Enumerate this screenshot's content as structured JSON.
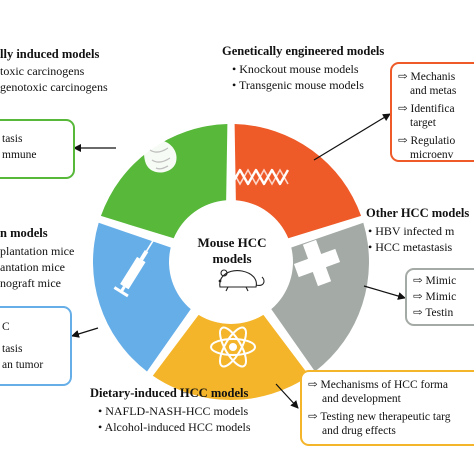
{
  "center": {
    "line1": "Mouse HCC",
    "line2": "models"
  },
  "colors": {
    "green": "#57b83a",
    "orange": "#ee5a28",
    "gray": "#a4aaa5",
    "yellow": "#f4b52a",
    "blue": "#66aee8",
    "center": "#ffffff"
  },
  "icons": {
    "green": "liver-icon",
    "orange": "dna-icon",
    "gray": "cross-icon",
    "yellow": "atom-icon",
    "blue": "syringe-icon",
    "center": "mouse-icon"
  },
  "chemical": {
    "title": "lly induced models",
    "items": [
      "toxic carcinogens",
      "genotoxic carcinogens"
    ],
    "box": [
      "tasis",
      "mmune"
    ]
  },
  "genetic": {
    "title": "Genetically engineered models",
    "items": [
      "•  Knockout mouse models",
      "•  Transgenic mouse models"
    ],
    "box": [
      "Mechanis",
      "and metas",
      "Identifica",
      "target",
      "Regulatio",
      "microenv"
    ]
  },
  "other": {
    "title": "Other HCC models",
    "items": [
      "•  HBV infected m",
      "•  HCC metastasis"
    ],
    "box": [
      "Mimic",
      "Mimic",
      "Testin"
    ]
  },
  "transplant": {
    "title": "n models",
    "items": [
      "plantation mice",
      "antation mice",
      "nograft mice"
    ],
    "box": [
      "C",
      "tasis",
      "an tumor"
    ]
  },
  "dietary": {
    "title": "Dietary-induced HCC models",
    "items": [
      "•  NAFLD-NASH-HCC models",
      "•  Alcohol-induced HCC models"
    ],
    "box": [
      "Mechanisms of HCC forma",
      "and development",
      "Testing new therapeutic targ",
      "and drug effects"
    ]
  }
}
